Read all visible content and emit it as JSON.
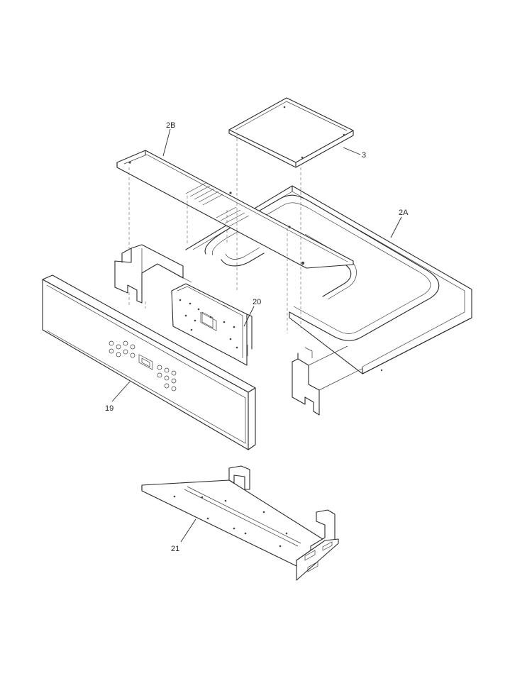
{
  "callouts": {
    "part_2b": "2B",
    "part_3": "3",
    "part_2a": "2A",
    "part_20": "20",
    "part_19": "19",
    "part_21": "21"
  },
  "colors": {
    "line": "#2a2a2a",
    "background": "#ffffff"
  }
}
